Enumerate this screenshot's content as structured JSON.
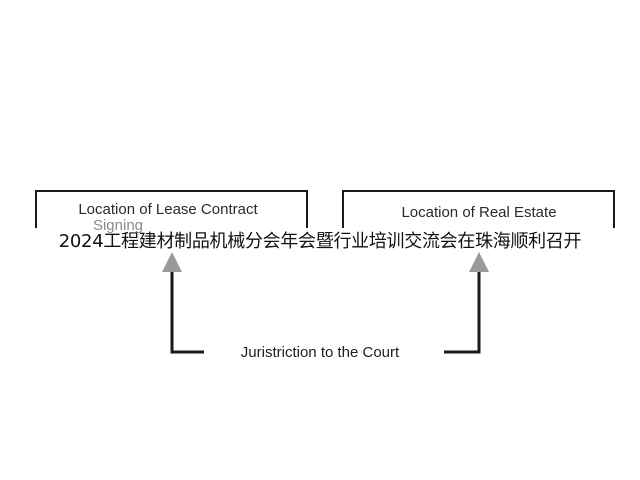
{
  "diagram": {
    "left_box": {
      "line1": "Location of Lease Contract",
      "line2": "Signing"
    },
    "right_box": {
      "label": "Location of Real Estate"
    },
    "connector_label": "Juristriction to the Court"
  },
  "overlay_caption": "2024工程建材制品机械分会年会暨行业培训交流会在珠海顺利召开",
  "colors": {
    "stroke": "#1a1a1a",
    "arrowhead": "#9a9a9a",
    "background": "#ffffff"
  }
}
